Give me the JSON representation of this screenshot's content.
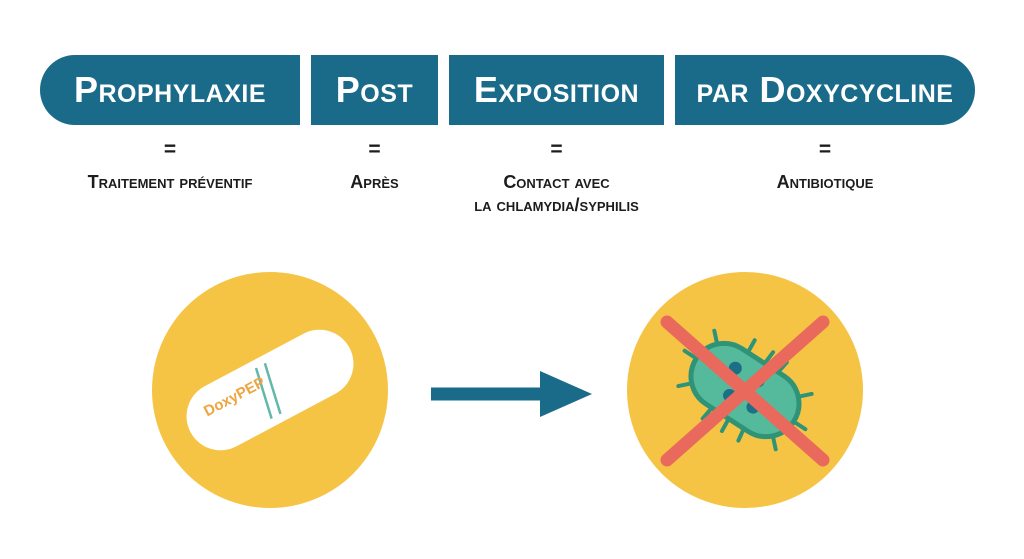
{
  "columns": [
    {
      "label": "Prophylaxie",
      "equals": "=",
      "definition_lines": [
        "Traitement préventif"
      ]
    },
    {
      "label": "Post",
      "equals": "=",
      "definition_lines": [
        "Après"
      ]
    },
    {
      "label": "Exposition",
      "equals": "=",
      "definition_lines": [
        "Contact avec",
        "la chlamydia/syphilis"
      ]
    },
    {
      "label": "par Doxycycline",
      "equals": "=",
      "definition_lines": [
        "Antibiotique"
      ]
    }
  ],
  "illustration": {
    "pill_label": "DoxyPEP"
  },
  "colors": {
    "teal": "#1a6b8a",
    "yellow": "#f6c445",
    "white": "#ffffff",
    "ink": "#1c1c1c",
    "pill_text": "#f0a43f",
    "pill_lines": "#63b8ac",
    "bact_fill": "#55b99b",
    "bact_stroke": "#2f9377",
    "bact_dots": "#1d6e87",
    "cross_red": "#e96a5c"
  }
}
